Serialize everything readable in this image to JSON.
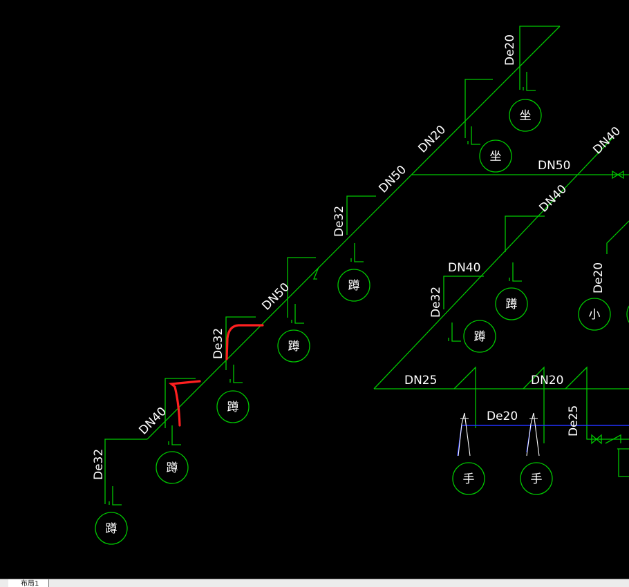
{
  "tabs": [
    {
      "label": "布局1"
    }
  ],
  "colors": {
    "background": "#000000",
    "pipe": "#00c800",
    "text": "#ffffff",
    "markup": "#ff2020",
    "branch_blue": "#2233ff"
  },
  "labels": {
    "de20_top": "De20",
    "dn20_a": "DN20",
    "dn40_right": "DN40",
    "dn50_h": "DN50",
    "dn50_a": "DN50",
    "de32_a": "De32",
    "dn40_b": "DN40",
    "dn40_c": "DN40",
    "de20_mid": "De20",
    "de32_b": "De32",
    "dn50_b": "DN50",
    "de32_c": "De32",
    "dn40_d": "DN40",
    "de32_d": "De32",
    "dn25_h": "DN25",
    "dn20_h": "DN20",
    "de20_h": "De20",
    "de25_v": "De25"
  },
  "fixtures": {
    "zuo": "坐",
    "dun": "蹲",
    "xiao": "小",
    "shou": "手"
  }
}
